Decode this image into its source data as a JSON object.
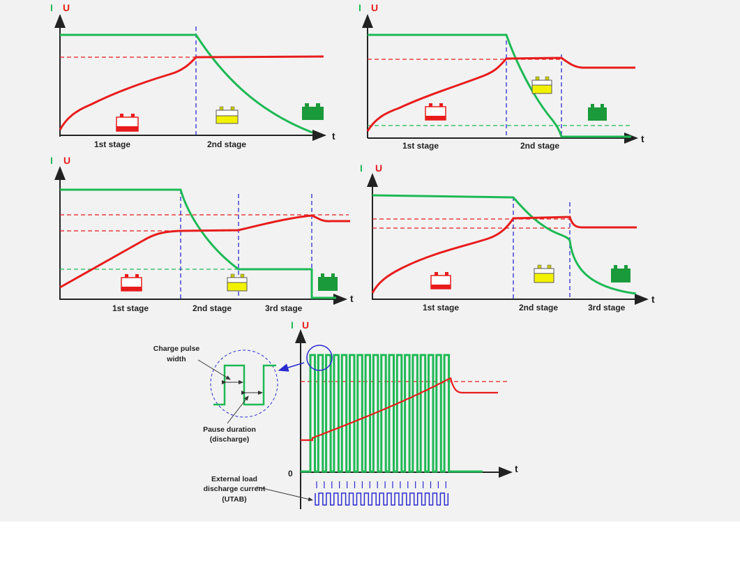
{
  "axis_labels": {
    "current": "I",
    "voltage": "U",
    "time": "t",
    "zero": "0"
  },
  "stage_labels": {
    "s1": "1st stage",
    "s2": "2nd stage",
    "s3": "3rd stage"
  },
  "annotations": {
    "pulse_width": [
      "Charge pulse",
      "width"
    ],
    "pause": [
      "Pause duration",
      "(discharge)"
    ],
    "external_load": [
      "External load",
      "discharge current",
      "(UTAB)"
    ]
  },
  "colors": {
    "current": "#1db954",
    "voltage": "#e81c1c",
    "marker": "#2a2ad0",
    "axis": "#222222",
    "battery_empty": "#e81c1c",
    "battery_half": "#f2f200",
    "battery_full": "#1a9a3a",
    "background": "#f2f2f2"
  }
}
